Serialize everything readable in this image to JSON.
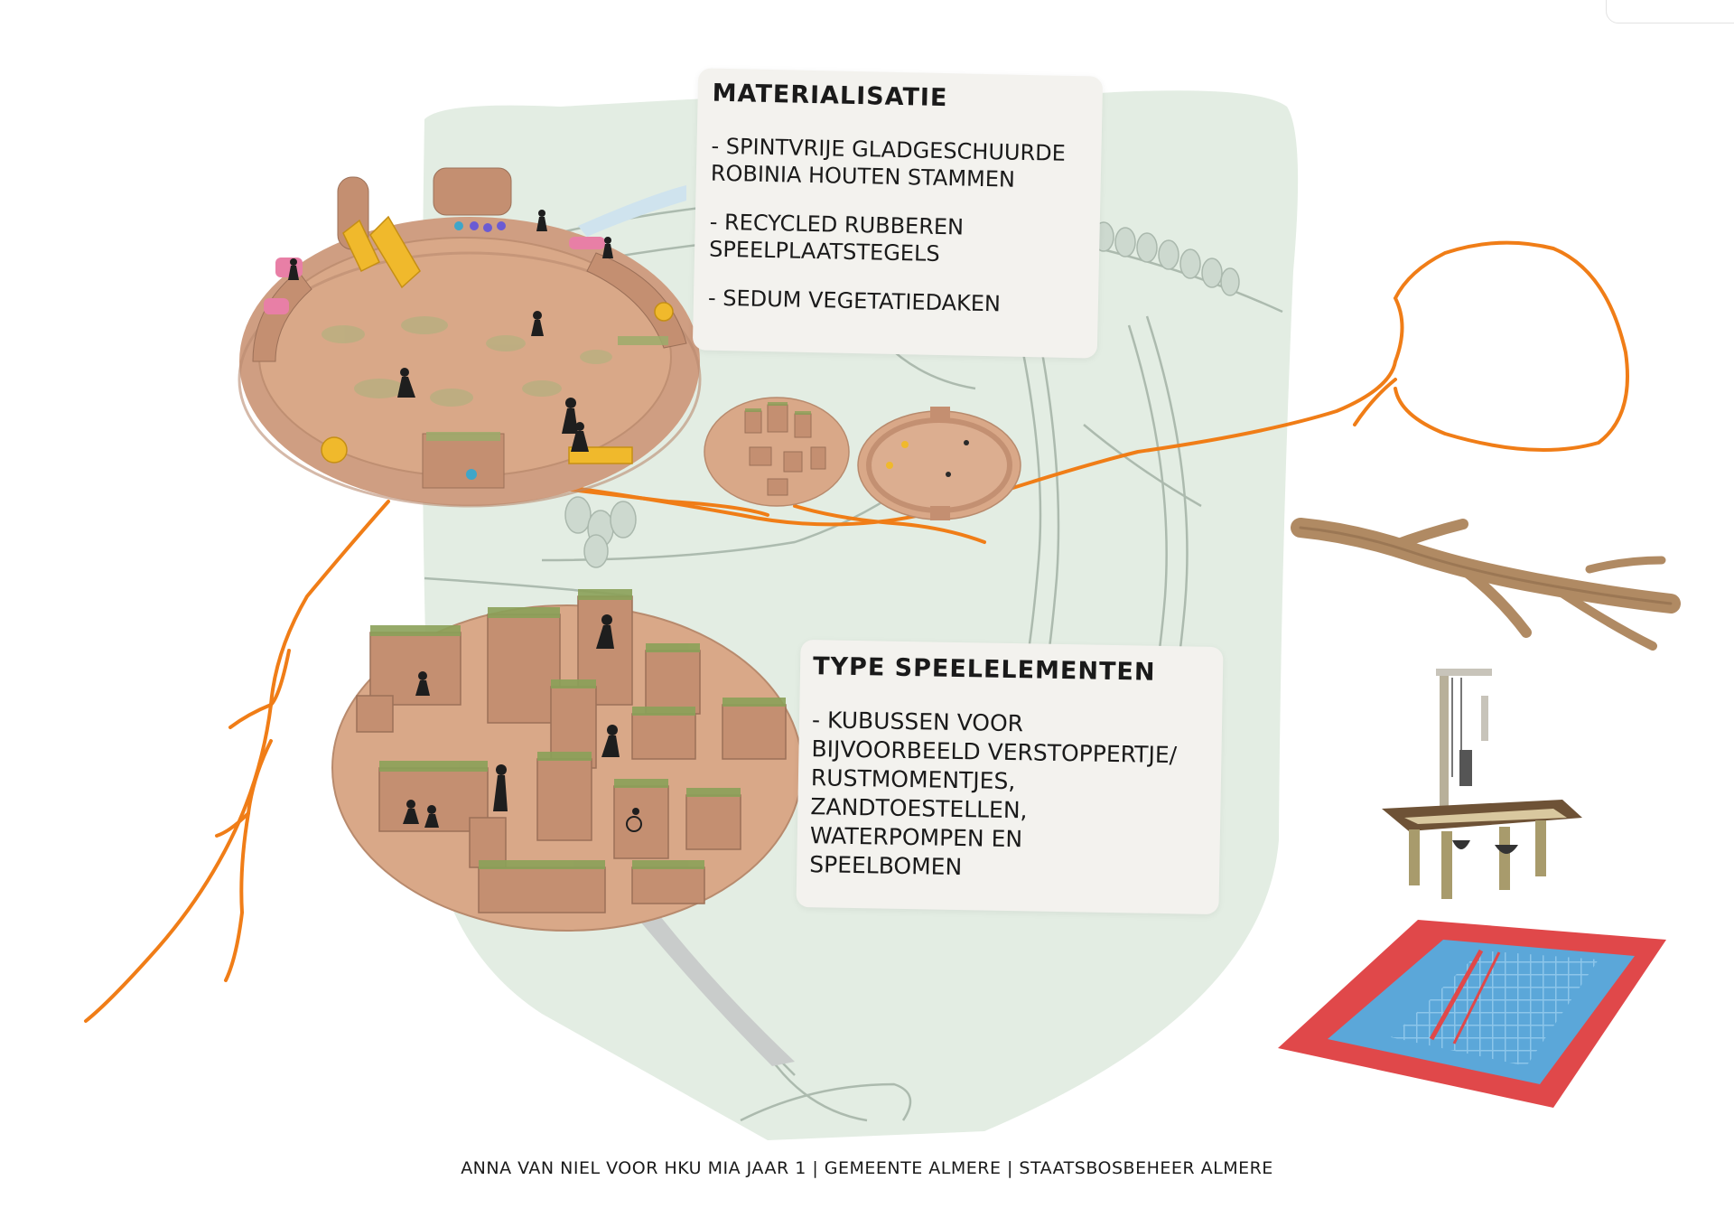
{
  "materials_card": {
    "title": "MATERIALISATIE",
    "items": [
      "- SPINTVRIJE GLADGESCHUURDE\nROBINIA HOUTEN STAMMEN",
      "- RECYCLED RUBBEREN\nSPEELPLAATSTEGELS",
      "- SEDUM VEGETATIEDAKEN"
    ]
  },
  "types_card": {
    "title": "TYPE SPEELELEMENTEN",
    "items": [
      "- KUBUSSEN VOOR\nBIJVOORBEELD VERSTOPPERTJE/\nRUSTMOMENTJES,\nZANDTOESTELLEN,\nWATERPOMPEN EN\nSPEELBOMEN"
    ]
  },
  "footer": {
    "credit": "ANNA VAN NIEL VOOR HKU MIA JAAR 1 | GEMEENTE ALMERE | STAATSBOSBEHEER ALMERE"
  },
  "colors": {
    "map_green": "#e3ede3",
    "path_orange": "#f07d17",
    "plaza_tan": "#d9a888",
    "wall_tan": "#cf9e82",
    "card_bg": "#f3f2ee",
    "rubber_red": "#e0484a",
    "rubber_blue": "#5ba7d9"
  },
  "icons": [
    "robinia-log-icon",
    "water-pump-table-icon",
    "trampoline-tile-icon",
    "child-figure-icon",
    "tree-icon"
  ]
}
